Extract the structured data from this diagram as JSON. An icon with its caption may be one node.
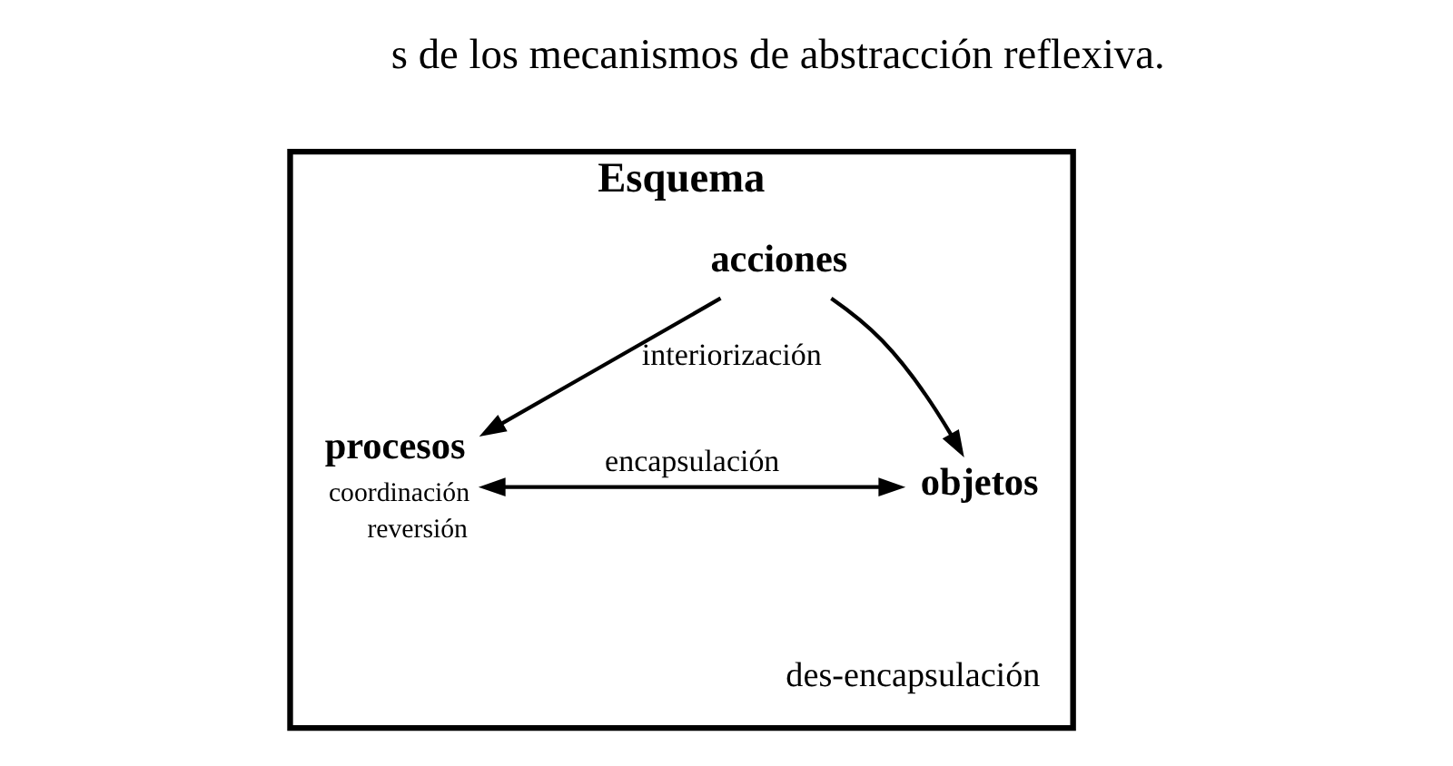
{
  "diagram": {
    "nodes": [
      {
        "text": [
          "Esquema"
        ]
      },
      {
        "text": [
          "acciones"
        ],
        "in": 0
      },
      {
        "text": [
          "objetos"
        ],
        "in": 0
      },
      {
        "text": [
          "procesos"
        ],
        "in": 0,
        "beside": [
          "coordinación",
          "reversión"
        ]
      }
    ],
    "edges": [
      {
        "from": 1,
        "to": 3,
        "arrow": "to",
        "label": "interiorización"
      },
      {
        "from": 1,
        "to": 2,
        "arrow": "to"
      },
      {
        "from": 3,
        "to": 2,
        "arrow": "both",
        "label": "encapsulación"
      }
    ],
    "labels": [
      "s de los mecanismos de abstracción reflexiva.",
      "des-encapsulación"
    ]
  }
}
